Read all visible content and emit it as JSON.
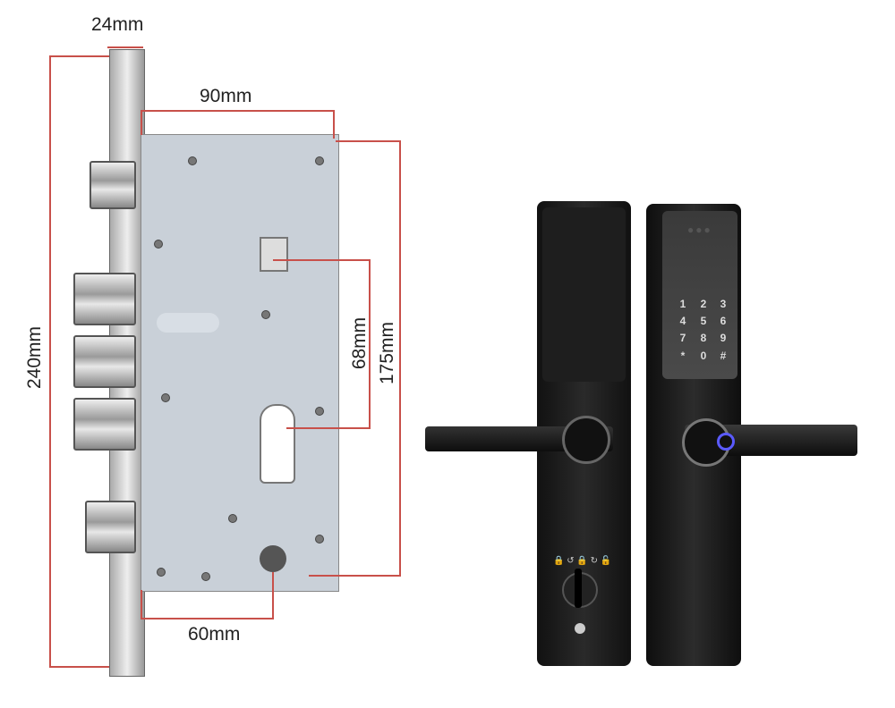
{
  "dimensions": {
    "faceplate_width": "24mm",
    "body_width": "90mm",
    "total_height": "240mm",
    "center_distance": "68mm",
    "body_height": "175mm",
    "backset": "60mm"
  },
  "keypad": {
    "keys": [
      "1",
      "2",
      "3",
      "4",
      "5",
      "6",
      "7",
      "8",
      "9",
      "*",
      "0",
      "#"
    ]
  },
  "colors": {
    "dimension_line": "#c8504a",
    "lock_body": "#1a1a1a",
    "mortise_case": "#c9d0d8"
  }
}
